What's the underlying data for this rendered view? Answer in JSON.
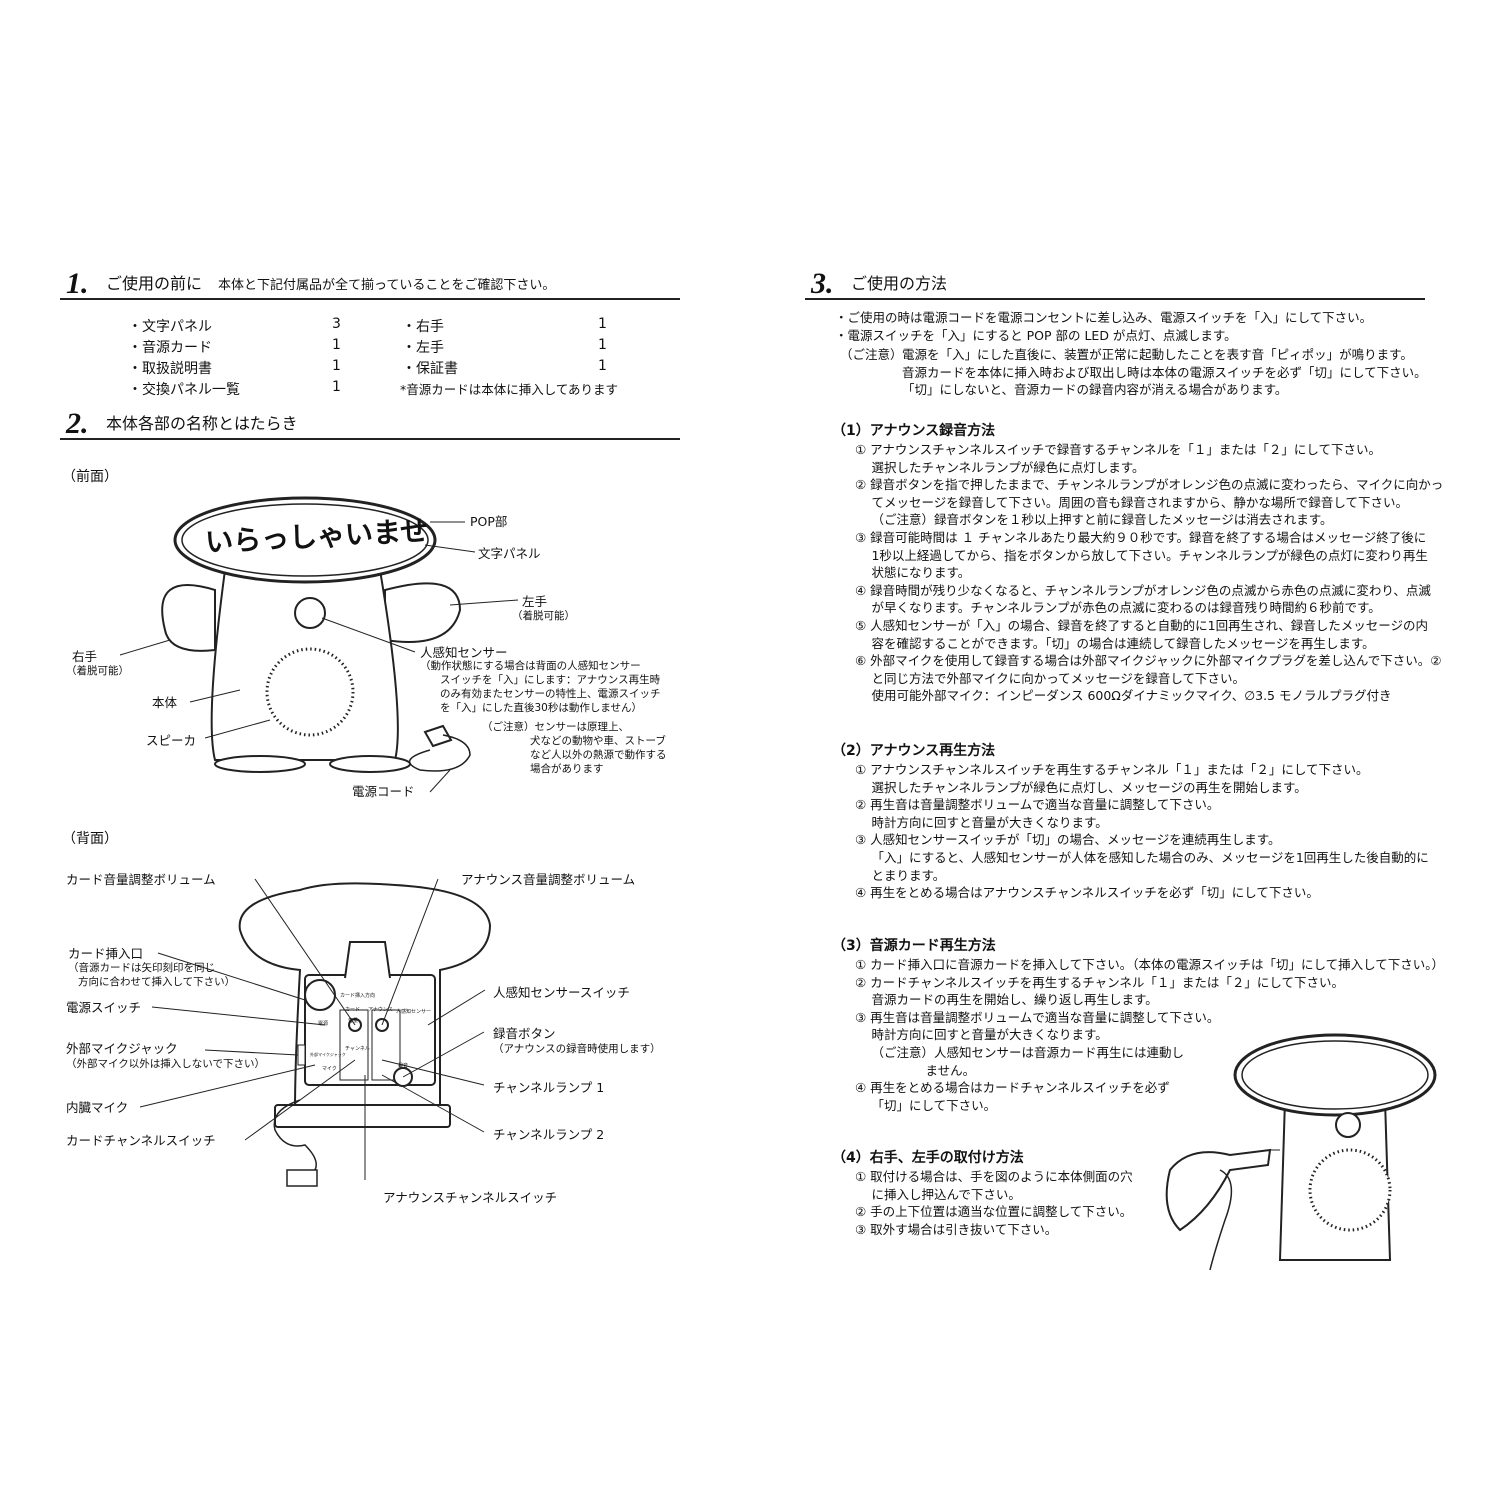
{
  "s1": {
    "num": "1.",
    "title": "ご使用の前に",
    "subtitle": "本体と下記付属品が全て揃っていることをご確認下さい。",
    "items_left": [
      {
        "name": "・文字パネル",
        "qty": "3"
      },
      {
        "name": "・音源カード",
        "qty": "1"
      },
      {
        "name": "・取扱説明書",
        "qty": "1"
      },
      {
        "name": "・交換パネル一覧",
        "qty": "1"
      }
    ],
    "items_right": [
      {
        "name": "・右手",
        "qty": "1"
      },
      {
        "name": "・左手",
        "qty": "1"
      },
      {
        "name": "・保証書",
        "qty": "1"
      }
    ],
    "note": "*音源カードは本体に挿入してあります"
  },
  "s2": {
    "num": "2.",
    "title": "本体各部の名称とはたらき",
    "front": {
      "label": "（前面）",
      "panel_text": "いらっしゃいませ",
      "pop": "POP部",
      "panel": "文字パネル",
      "left_hand": "左手",
      "left_hand_note": "（着脱可能）",
      "right_hand": "右手",
      "right_hand_note": "（着脱可能）",
      "sensor": "人感知センサー",
      "sensor_note": [
        "（動作状態にする場合は背面の人感知センサー",
        "スイッチを「入」にします：アナウンス再生時",
        "のみ有効またセンサーの特性上、電源スイッチ",
        "を「入」にした直後30秒は動作しません）"
      ],
      "body": "本体",
      "speaker": "スピーカ",
      "cord": "電源コード",
      "caution": [
        "（ご注意）センサーは原理上、",
        "犬などの動物や車、ストーブ",
        "など人以外の熱源で動作する",
        "場合があります"
      ]
    },
    "back": {
      "label": "（背面）",
      "card_volume": "カード音量調整ボリューム",
      "announce_volume": "アナウンス音量調整ボリューム",
      "card_slot": "カード挿入口",
      "card_slot_note": [
        "（音源カードは矢印刻印を同じ",
        "方向に合わせて挿入して下さい）"
      ],
      "power_switch": "電源スイッチ",
      "ext_mic": "外部マイクジャック",
      "ext_mic_note": "（外部マイク以外は挿入しないで下さい）",
      "int_mic": "内臓マイク",
      "card_channel": "カードチャンネルスイッチ",
      "sensor_switch": "人感知センサースイッチ",
      "rec_button": "録音ボタン",
      "rec_button_note": "（アナウンスの録音時使用します）",
      "lamp1": "チャンネルランプ 1",
      "lamp2": "チャンネルランプ 2",
      "announce_channel": "アナウンスチャンネルスイッチ",
      "panel_small": {
        "card_dir": "カード挿入方向",
        "card": "カード",
        "announce": "アナウンス",
        "power": "電源",
        "volume": "音量",
        "sensor": "人感知センサー",
        "channel": "チャンネル",
        "mic": "マイク",
        "ext": "外部マイクジャック",
        "rec": "録音"
      }
    }
  },
  "s3": {
    "num": "3.",
    "title": "ご使用の方法",
    "intro": [
      "・ご使用の時は電源コードを電源コンセントに差し込み、電源スイッチを「入」にして下さい。",
      "・電源スイッチを「入」にすると POP 部の LED が点灯、点滅します。"
    ],
    "caution": {
      "label": "（ご注意）",
      "lines": [
        "電源を「入」にした直後に、装置が正常に起動したことを表す音「ピィポッ」が鳴ります。",
        "音源カードを本体に挿入時および取出し時は本体の電源スイッチを必ず「切」にして下さい。",
        "「切」にしないと、音源カードの録音内容が消える場合があります。"
      ]
    },
    "sections": [
      {
        "title": "（1）アナウンス録音方法",
        "lines": [
          "① アナウンスチャンネルスイッチで録音するチャンネルを「１」または「２」にして下さい。",
          "　 選択したチャンネルランプが緑色に点灯します。",
          "② 録音ボタンを指で押したままで、チャンネルランプがオレンジ色の点滅に変わったら、マイクに向かっ",
          "　 てメッセージを録音して下さい。周囲の音も録音されますから、静かな場所で録音して下さい。",
          "　 （ご注意）録音ボタンを１秒以上押すと前に録音したメッセージは消去されます。",
          "③ 録音可能時間は １ チャンネルあたり最大約９０秒です。録音を終了する場合はメッセージ終了後に",
          "　 1秒以上経過してから、指をボタンから放して下さい。チャンネルランプが緑色の点灯に変わり再生",
          "　 状態になります。",
          "④ 録音時間が残り少なくなると、チャンネルランプがオレンジ色の点滅から赤色の点滅に変わり、点滅",
          "　 が早くなります。チャンネルランプが赤色の点滅に変わるのは録音残り時間約６秒前です。",
          "⑤ 人感知センサーが「入」の場合、録音を終了すると自動的に1回再生され、録音したメッセージの内",
          "　 容を確認することができます。「切」の場合は連続して録音したメッセージを再生します。",
          "⑥ 外部マイクを使用して録音する場合は外部マイクジャックに外部マイクプラグを差し込んで下さい。②",
          "　 と同じ方法で外部マイクに向かってメッセージを録音して下さい。",
          "　 使用可能外部マイク：インピーダンス 600Ωダイナミックマイク、∅3.5 モノラルプラグ付き"
        ]
      },
      {
        "title": "（2）アナウンス再生方法",
        "lines": [
          "① アナウンスチャンネルスイッチを再生するチャンネル「１」または「２」にして下さい。",
          "　 選択したチャンネルランプが緑色に点灯し、メッセージの再生を開始します。",
          "② 再生音は音量調整ボリュームで適当な音量に調整して下さい。",
          "　 時計方向に回すと音量が大きくなります。",
          "③ 人感知センサースイッチが「切」の場合、メッセージを連続再生します。",
          "　 「入」にすると、人感知センサーが人体を感知した場合のみ、メッセージを1回再生した後自動的に",
          "　 とまります。",
          "④ 再生をとめる場合はアナウンスチャンネルスイッチを必ず「切」にして下さい。"
        ]
      },
      {
        "title": "（3）音源カード再生方法",
        "lines": [
          "① カード挿入口に音源カードを挿入して下さい。（本体の電源スイッチは「切」にして挿入して下さい。）",
          "② カードチャンネルスイッチを再生するチャンネル「１」または「２」にして下さい。",
          "　 音源カードの再生を開始し、繰り返し再生します。",
          "③ 再生音は音量調整ボリュームで適当な音量に調整して下さい。",
          "　 時計方向に回すと音量が大きくなります。",
          "　 （ご注意）人感知センサーは音源カード再生には連動し",
          "　 　　　　 ません。",
          "④ 再生をとめる場合はカードチャンネルスイッチを必ず",
          "　 「切」にして下さい。"
        ]
      },
      {
        "title": "（4）右手、左手の取付け方法",
        "lines": [
          "① 取付ける場合は、手を図のように本体側面の穴",
          "　 に挿入し押込んで下さい。",
          "② 手の上下位置は適当な位置に調整して下さい。",
          "③ 取外す場合は引き抜いて下さい。"
        ]
      }
    ]
  }
}
